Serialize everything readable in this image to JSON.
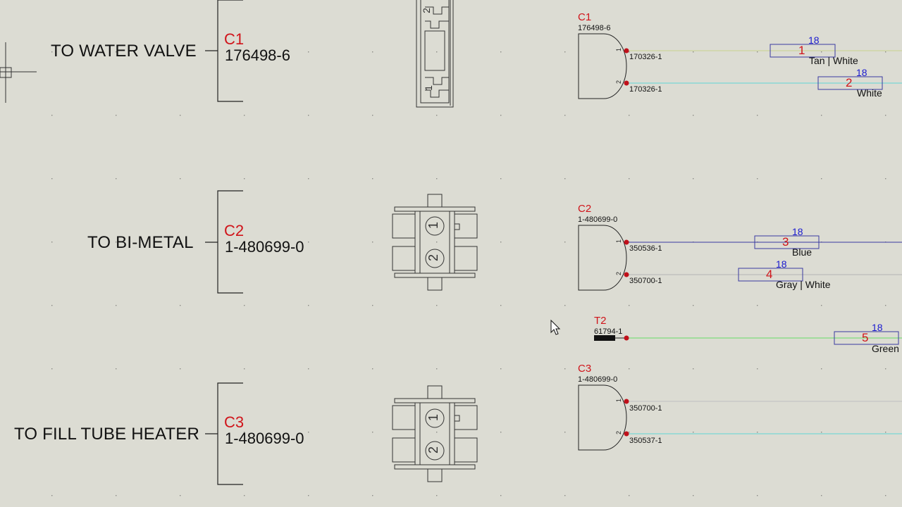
{
  "left_connectors": [
    {
      "destination": "TO WATER VALVE",
      "ref": "C1",
      "part": "176498-6"
    },
    {
      "destination": "TO BI-METAL",
      "ref": "C2",
      "part": "1-480699-0"
    },
    {
      "destination": "TO FILL TUBE HEATER",
      "ref": "C3",
      "part": "1-480699-0"
    }
  ],
  "housings": [
    {
      "pins": [
        "1",
        "2"
      ]
    },
    {
      "pins": [
        "1",
        "2"
      ]
    },
    {
      "pins": [
        "1",
        "2"
      ]
    }
  ],
  "schematic": {
    "connectors": [
      {
        "ref": "C1",
        "part": "176498-6",
        "pin_terminals": [
          "170326-1",
          "170326-1"
        ]
      },
      {
        "ref": "C2",
        "part": "1-480699-0",
        "pin_terminals": [
          "350536-1",
          "350700-1"
        ]
      },
      {
        "ref": "C3",
        "part": "1-480699-0",
        "pin_terminals": [
          "350700-1",
          "350537-1"
        ]
      }
    ],
    "pin_numbers": [
      "1",
      "2"
    ],
    "terminal": {
      "ref": "T2",
      "part": "61794-1"
    },
    "wires": [
      {
        "number": "1",
        "gauge": "18",
        "color": "Tan | White",
        "line_color": "#c7d28c"
      },
      {
        "number": "2",
        "gauge": "18",
        "color": "White",
        "line_color": "#5fd6d6"
      },
      {
        "number": "3",
        "gauge": "18",
        "color": "Blue",
        "line_color": "#3a3aa0"
      },
      {
        "number": "4",
        "gauge": "18",
        "color": "Gray | White",
        "line_color": "#b5b5b5"
      },
      {
        "number": "5",
        "gauge": "18",
        "color": "Green",
        "line_color": "#66dd66"
      }
    ]
  },
  "colors": {
    "reference": "#d0141a",
    "gauge": "#1a1ad0",
    "pin_dot": "#c0101a",
    "background": "#dcdcd3"
  }
}
